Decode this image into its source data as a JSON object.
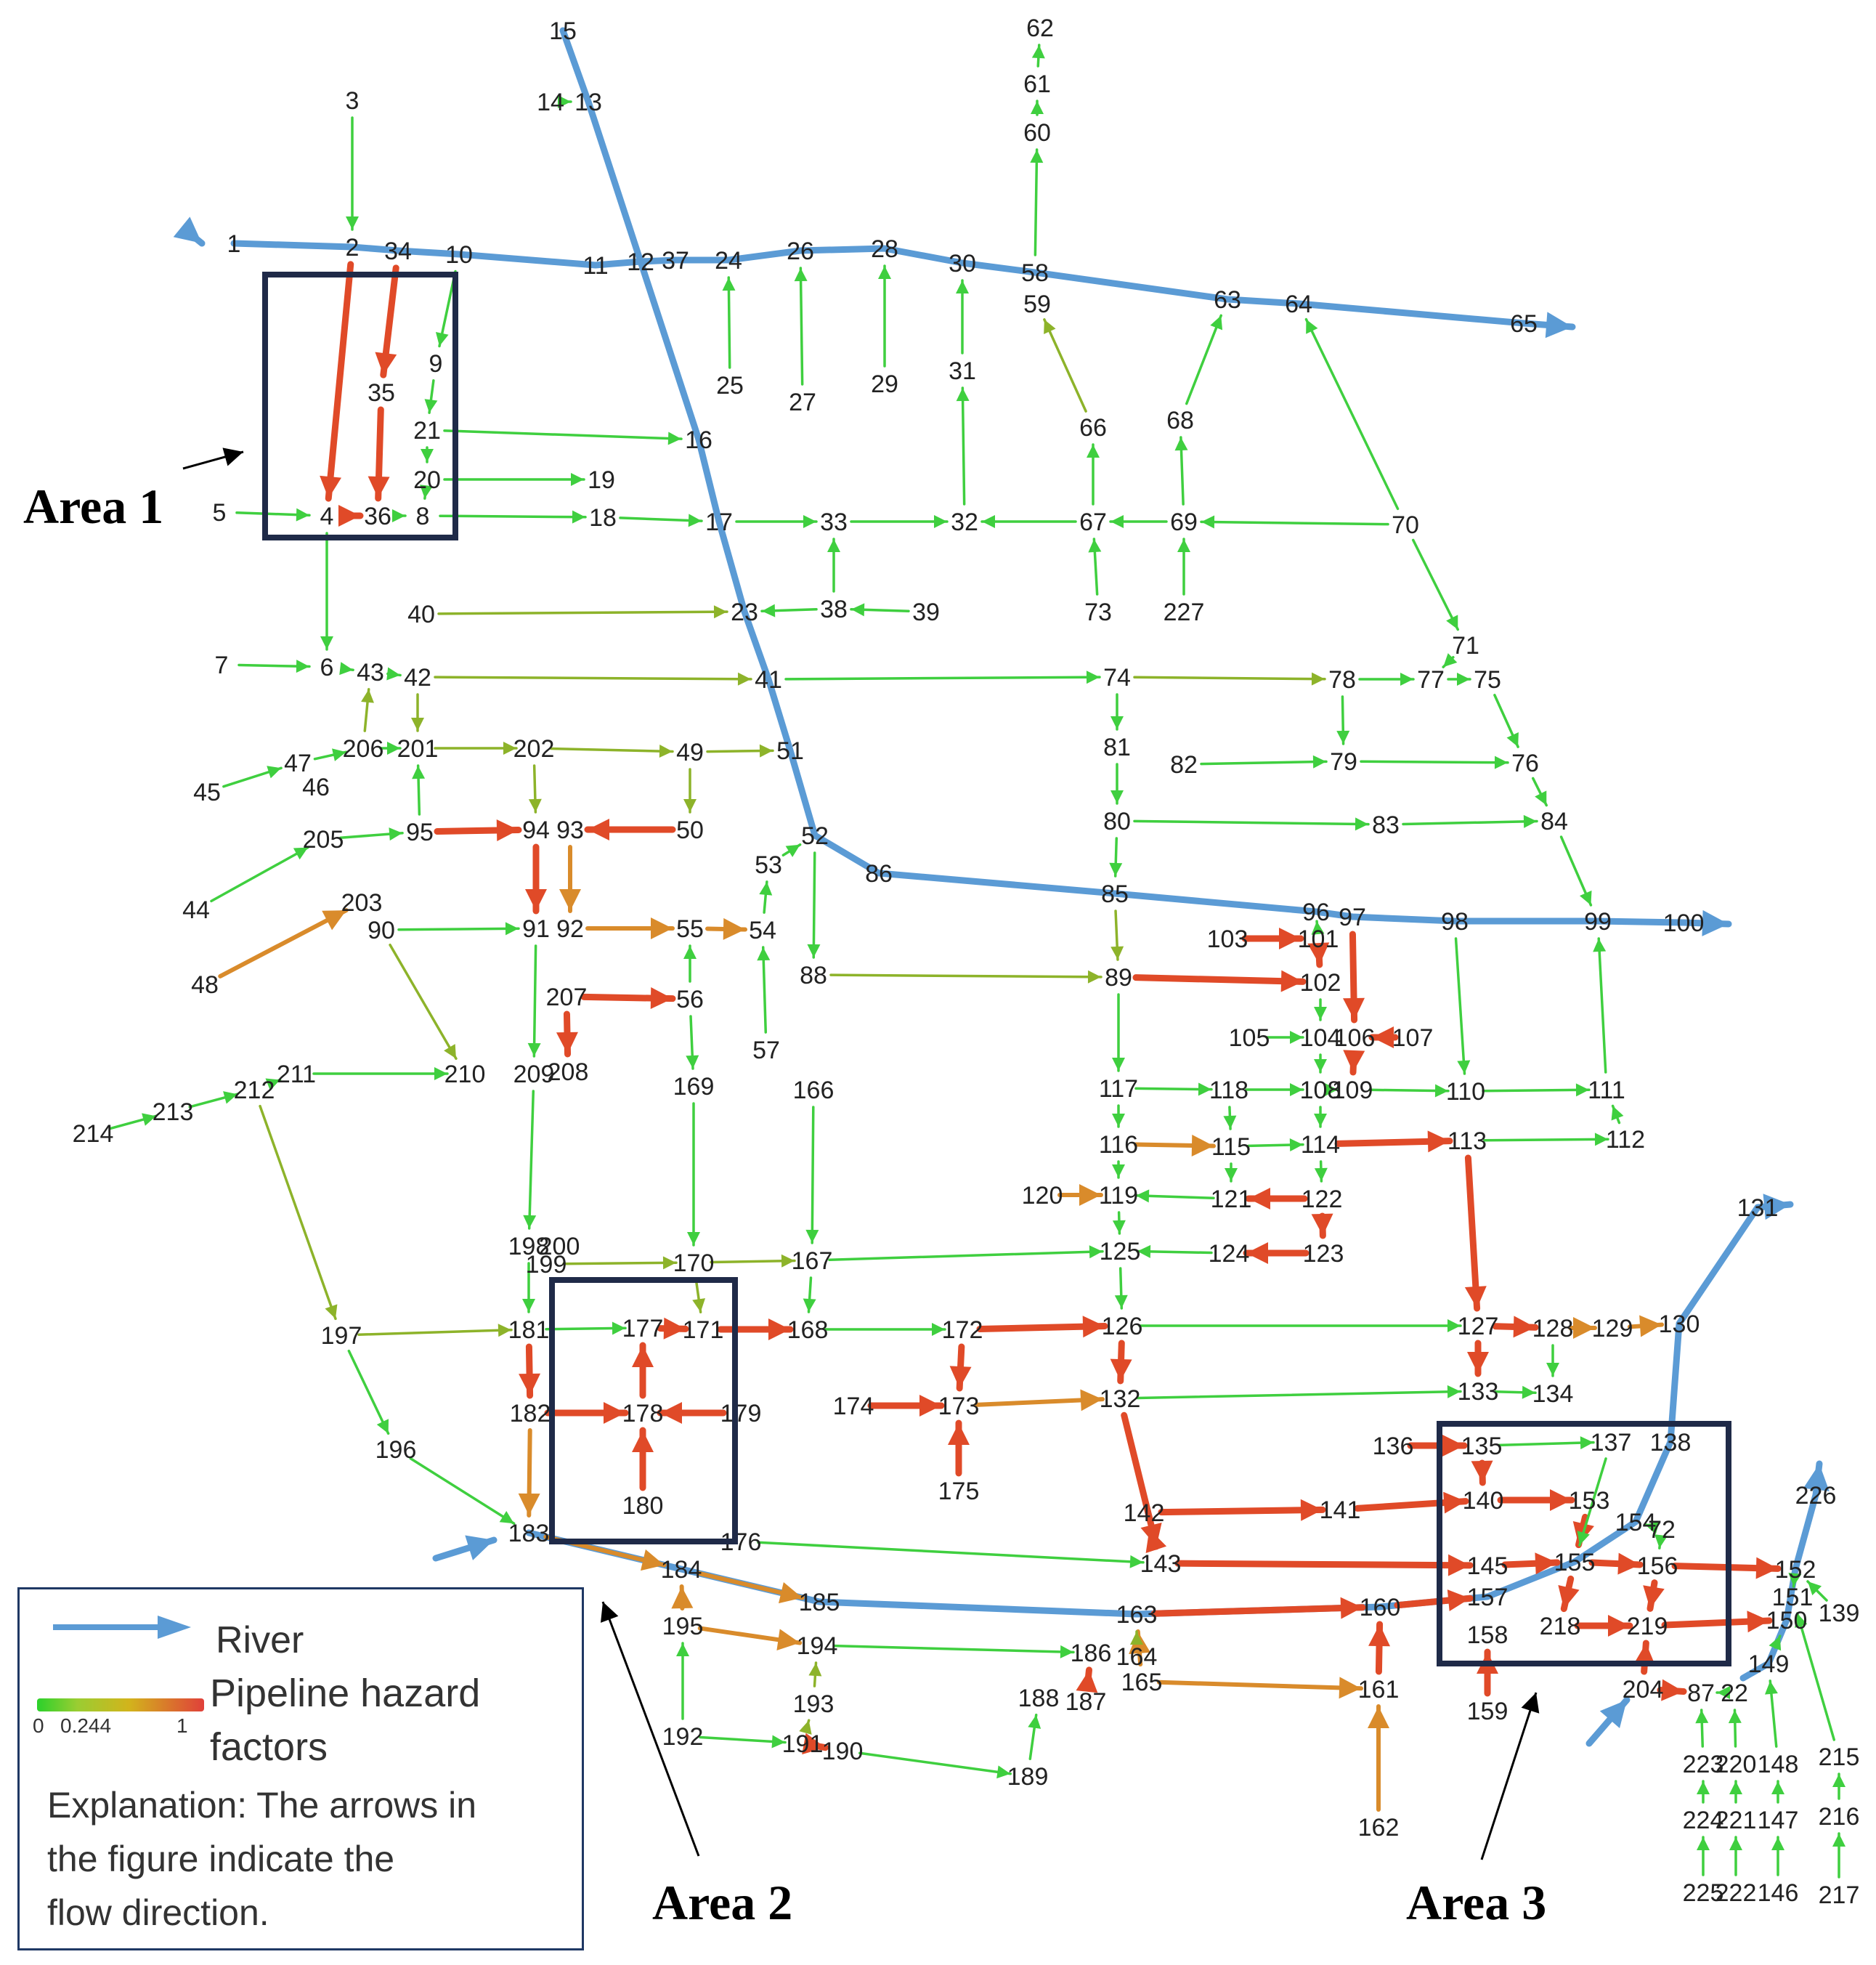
{
  "colors": {
    "river": "#5b9bd5",
    "safe": "#3fcf3f",
    "low": "#8db32a",
    "mid": "#d98b2b",
    "high": "#e04a28",
    "box": "#1f2a48"
  },
  "areas": [
    {
      "label": "Area 1"
    },
    {
      "label": "Area 2"
    },
    {
      "label": "Area 3"
    }
  ],
  "legend": {
    "river_label": "River",
    "hazard_label_line1": "Pipeline hazard",
    "hazard_label_line2": "factors",
    "scale_min": "0",
    "scale_mid": "0.244",
    "scale_max": "1",
    "explanation_line1": "Explanation: The arrows in",
    "explanation_line2": "the figure indicate the",
    "explanation_line3": "flow direction."
  },
  "nodes": [
    "1",
    "2",
    "3",
    "4",
    "5",
    "6",
    "7",
    "8",
    "9",
    "10",
    "11",
    "12",
    "13",
    "14",
    "15",
    "16",
    "17",
    "18",
    "19",
    "20",
    "21",
    "22",
    "23",
    "24",
    "25",
    "26",
    "27",
    "28",
    "29",
    "30",
    "31",
    "32",
    "33",
    "34",
    "35",
    "36",
    "37",
    "38",
    "39",
    "40",
    "41",
    "42",
    "43",
    "44",
    "45",
    "46",
    "47",
    "48",
    "49",
    "50",
    "51",
    "52",
    "53",
    "54",
    "55",
    "56",
    "57",
    "58",
    "59",
    "60",
    "61",
    "62",
    "63",
    "64",
    "65",
    "66",
    "67",
    "68",
    "69",
    "70",
    "71",
    "72",
    "73",
    "74",
    "75",
    "76",
    "77",
    "78",
    "79",
    "80",
    "81",
    "82",
    "83",
    "84",
    "85",
    "86",
    "87",
    "88",
    "89",
    "90",
    "91",
    "92",
    "93",
    "94",
    "95",
    "96",
    "97",
    "98",
    "99",
    "100",
    "101",
    "102",
    "103",
    "104",
    "105",
    "106",
    "107",
    "108",
    "109",
    "110",
    "111",
    "112",
    "113",
    "114",
    "115",
    "116",
    "117",
    "118",
    "119",
    "120",
    "121",
    "122",
    "123",
    "124",
    "125",
    "126",
    "127",
    "128",
    "129",
    "130",
    "131",
    "132",
    "133",
    "134",
    "135",
    "136",
    "137",
    "138",
    "139",
    "140",
    "141",
    "142",
    "143",
    "145",
    "146",
    "147",
    "148",
    "149",
    "150",
    "151",
    "152",
    "153",
    "154",
    "155",
    "156",
    "157",
    "158",
    "159",
    "160",
    "161",
    "162",
    "163",
    "164",
    "165",
    "166",
    "167",
    "168",
    "169",
    "170",
    "171",
    "172",
    "173",
    "174",
    "175",
    "176",
    "177",
    "178",
    "179",
    "180",
    "181",
    "182",
    "183",
    "184",
    "185",
    "186",
    "187",
    "188",
    "189",
    "190",
    "191",
    "192",
    "193",
    "194",
    "195",
    "196",
    "197",
    "198",
    "199",
    "200",
    "201",
    "202",
    "203",
    "204",
    "205",
    "206",
    "207",
    "208",
    "209",
    "210",
    "211",
    "212",
    "213",
    "214",
    "215",
    "216",
    "217",
    "218",
    "219",
    "220",
    "221",
    "222",
    "223",
    "224",
    "225",
    "226",
    "227"
  ]
}
